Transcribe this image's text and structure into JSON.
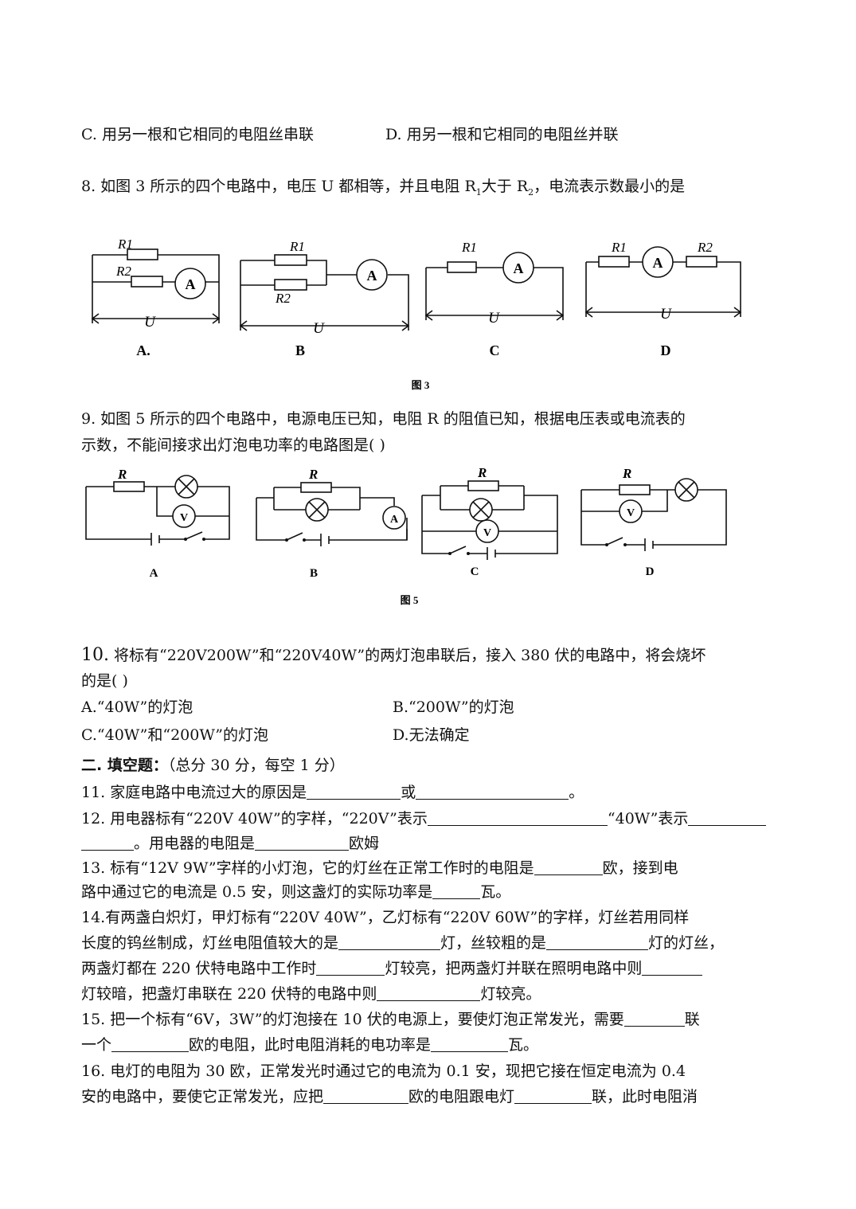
{
  "q7_options": {
    "c": "C. 用另一根和它相同的电阻丝串联",
    "d": "D. 用另一根和它相同的电阻丝并联"
  },
  "q8": {
    "text_a": "8. 如图 3 所示的四个电路中，电压 U 都相等，并且电阻 R",
    "sub1": "1",
    "text_b": "大于 R",
    "sub2": "2",
    "text_c": "，电流表示数最小的是"
  },
  "fig3": {
    "caption": "图 3",
    "labels": [
      "A.",
      "B",
      "C",
      "D"
    ],
    "r1": "R1",
    "r2": "R2",
    "u": "U",
    "ammeter": "A"
  },
  "q9": {
    "line1": "9. 如图 5 所示的四个电路中，电源电压已知，电阻 R 的阻值已知，根据电压表或电流表的",
    "line2": "示数，不能间接求出灯泡电功率的电路图是(          )"
  },
  "fig5": {
    "caption": "图 5",
    "labels": [
      "A",
      "B",
      "C",
      "D"
    ],
    "r": "R",
    "voltmeter": "V",
    "ammeter": "A"
  },
  "q10": {
    "num": "10.",
    "line1": " 将标有“220V200W”和“220V40W”的两灯泡串联后，接入 380 伏的电路中，将会烧坏",
    "line2": "的是(      )",
    "a": "A.“40W”的灯泡",
    "b": "B.“200W”的灯泡",
    "c": "C.“40W”和“200W”的灯泡",
    "d": "D.无法确定"
  },
  "section2": {
    "title": "二.  填空题：",
    "note": "（总分 30 分，每空 1 分）"
  },
  "q11": {
    "a": "11.  家庭电路中电流过大的原因是",
    "b": "或",
    "c": "。"
  },
  "q12": {
    "a": "12.  用电器标有“220V 40W”的字样，“220V”表示",
    "b": "“40W”表示",
    "c": "。用电器的电阻是",
    "d": "欧姆"
  },
  "q13": {
    "a": "13.  标有“12V  9W”字样的小灯泡，它的灯丝在正常工作时的电阻是",
    "b": "欧，接到电",
    "c": "路中通过它的电流是 0.5 安，则这盏灯的实际功率是",
    "d": "瓦。"
  },
  "q14": {
    "line1": "14.有两盏白炽灯，甲灯标有“220V 40W”，乙灯标有“220V 60W”的字样，灯丝若用同样",
    "a": "长度的钨丝制成，灯丝电阻值较大的是",
    "b": "灯，丝较粗的是",
    "c": "灯的灯丝，",
    "d": "两盏灯都在 220 伏特电路中工作时",
    "e": "灯较亮，把两盏灯并联在照明电路中则",
    "f": "灯较暗，把盏灯串联在 220 伏特的电路中则",
    "g": "灯较亮。"
  },
  "q15": {
    "a": "15.  把一个标有“6V，3W”的灯泡接在 10 伏的电源上，要使灯泡正常发光，需要",
    "b": "联",
    "c": "一个",
    "d": "欧的电阻，此时电阻消耗的电功率是",
    "e": "瓦。"
  },
  "q16": {
    "line1": "16.  电灯的电阻为 30 欧，正常发光时通过它的电流为 0.1 安，现把它接在恒定电流为 0.4",
    "a": "安的电路中，要使它正常发光，应把",
    "b": "欧的电阻跟电灯",
    "c": "联，此时电阻消"
  }
}
